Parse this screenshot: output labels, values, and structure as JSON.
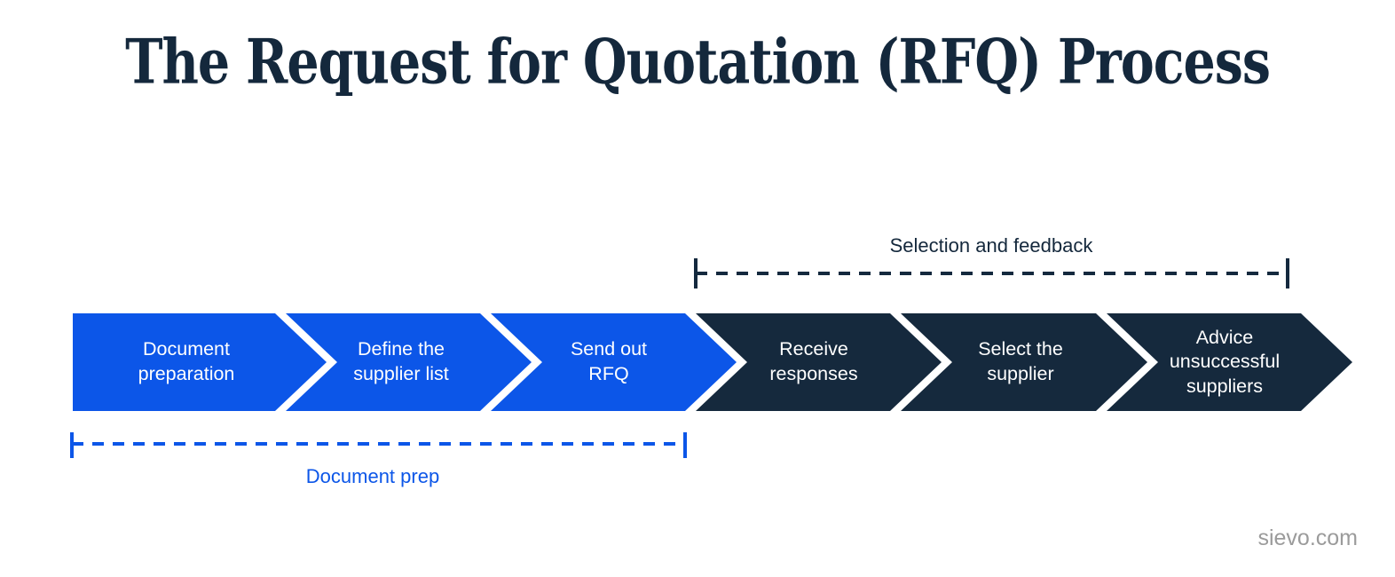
{
  "title": "The Request for Quotation (RFQ) Process",
  "colors": {
    "step_blue": "#0C56E8",
    "step_navy": "#15293D",
    "title_navy": "#14283C",
    "bracket_blue": "#0C56E8",
    "bracket_navy": "#14293E",
    "label_white": "#FFFFFF",
    "watermark_gray": "#9B9B9B"
  },
  "process": {
    "steps": [
      {
        "label": "Document\npreparation",
        "phase": "document-prep",
        "color": "#0C56E8"
      },
      {
        "label": "Define the\nsupplier list",
        "phase": "document-prep",
        "color": "#0C56E8"
      },
      {
        "label": "Send out\nRFQ",
        "phase": "document-prep",
        "color": "#0C56E8"
      },
      {
        "label": "Receive\nresponses",
        "phase": "selection-and-feedback",
        "color": "#15293D"
      },
      {
        "label": "Select the\nsupplier",
        "phase": "selection-and-feedback",
        "color": "#15293D"
      },
      {
        "label": "Advice\nunsuccessful\nsuppliers",
        "phase": "selection-and-feedback",
        "color": "#15293D"
      }
    ]
  },
  "brackets": {
    "selection_feedback": {
      "label": "Selection and feedback"
    },
    "document_prep": {
      "label": "Document prep"
    }
  },
  "footer": {
    "watermark": "sievo.com"
  }
}
